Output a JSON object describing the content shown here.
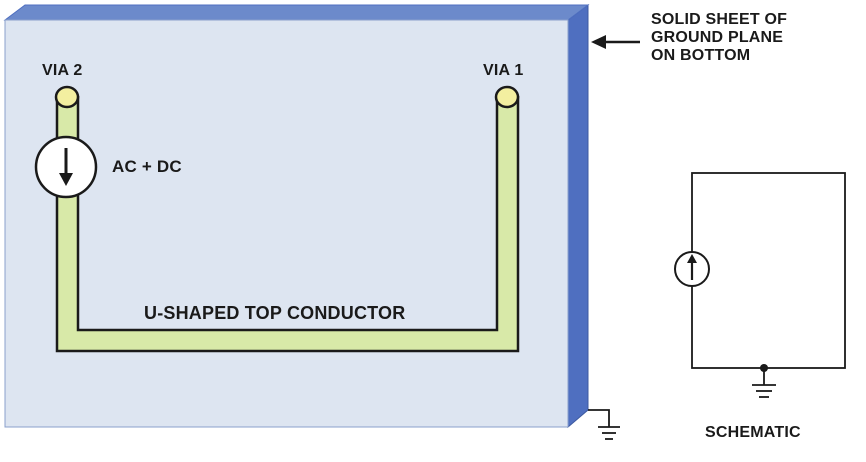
{
  "labels": {
    "via2": "VIA 2",
    "via1": "VIA 1",
    "source": "AC + DC",
    "conductor": "U-SHAPED TOP CONDUCTOR",
    "ground_plane": [
      "SOLID SHEET OF",
      "GROUND PLANE",
      "ON BOTTOM"
    ],
    "schematic": "SCHEMATIC"
  },
  "colors": {
    "board_top": "#dde5f1",
    "board_top_edge": "#5e7fc0",
    "board_side": "#4f6fc0",
    "conductor": "#d8e9a8",
    "via_fill": "#f3efa0",
    "line": "#1a1a1a"
  },
  "icons": {
    "current_source_down": "arrow-down-in-circle",
    "current_source_up": "arrow-up-in-circle",
    "ground": "ground-symbol",
    "pointer": "arrow-left"
  }
}
